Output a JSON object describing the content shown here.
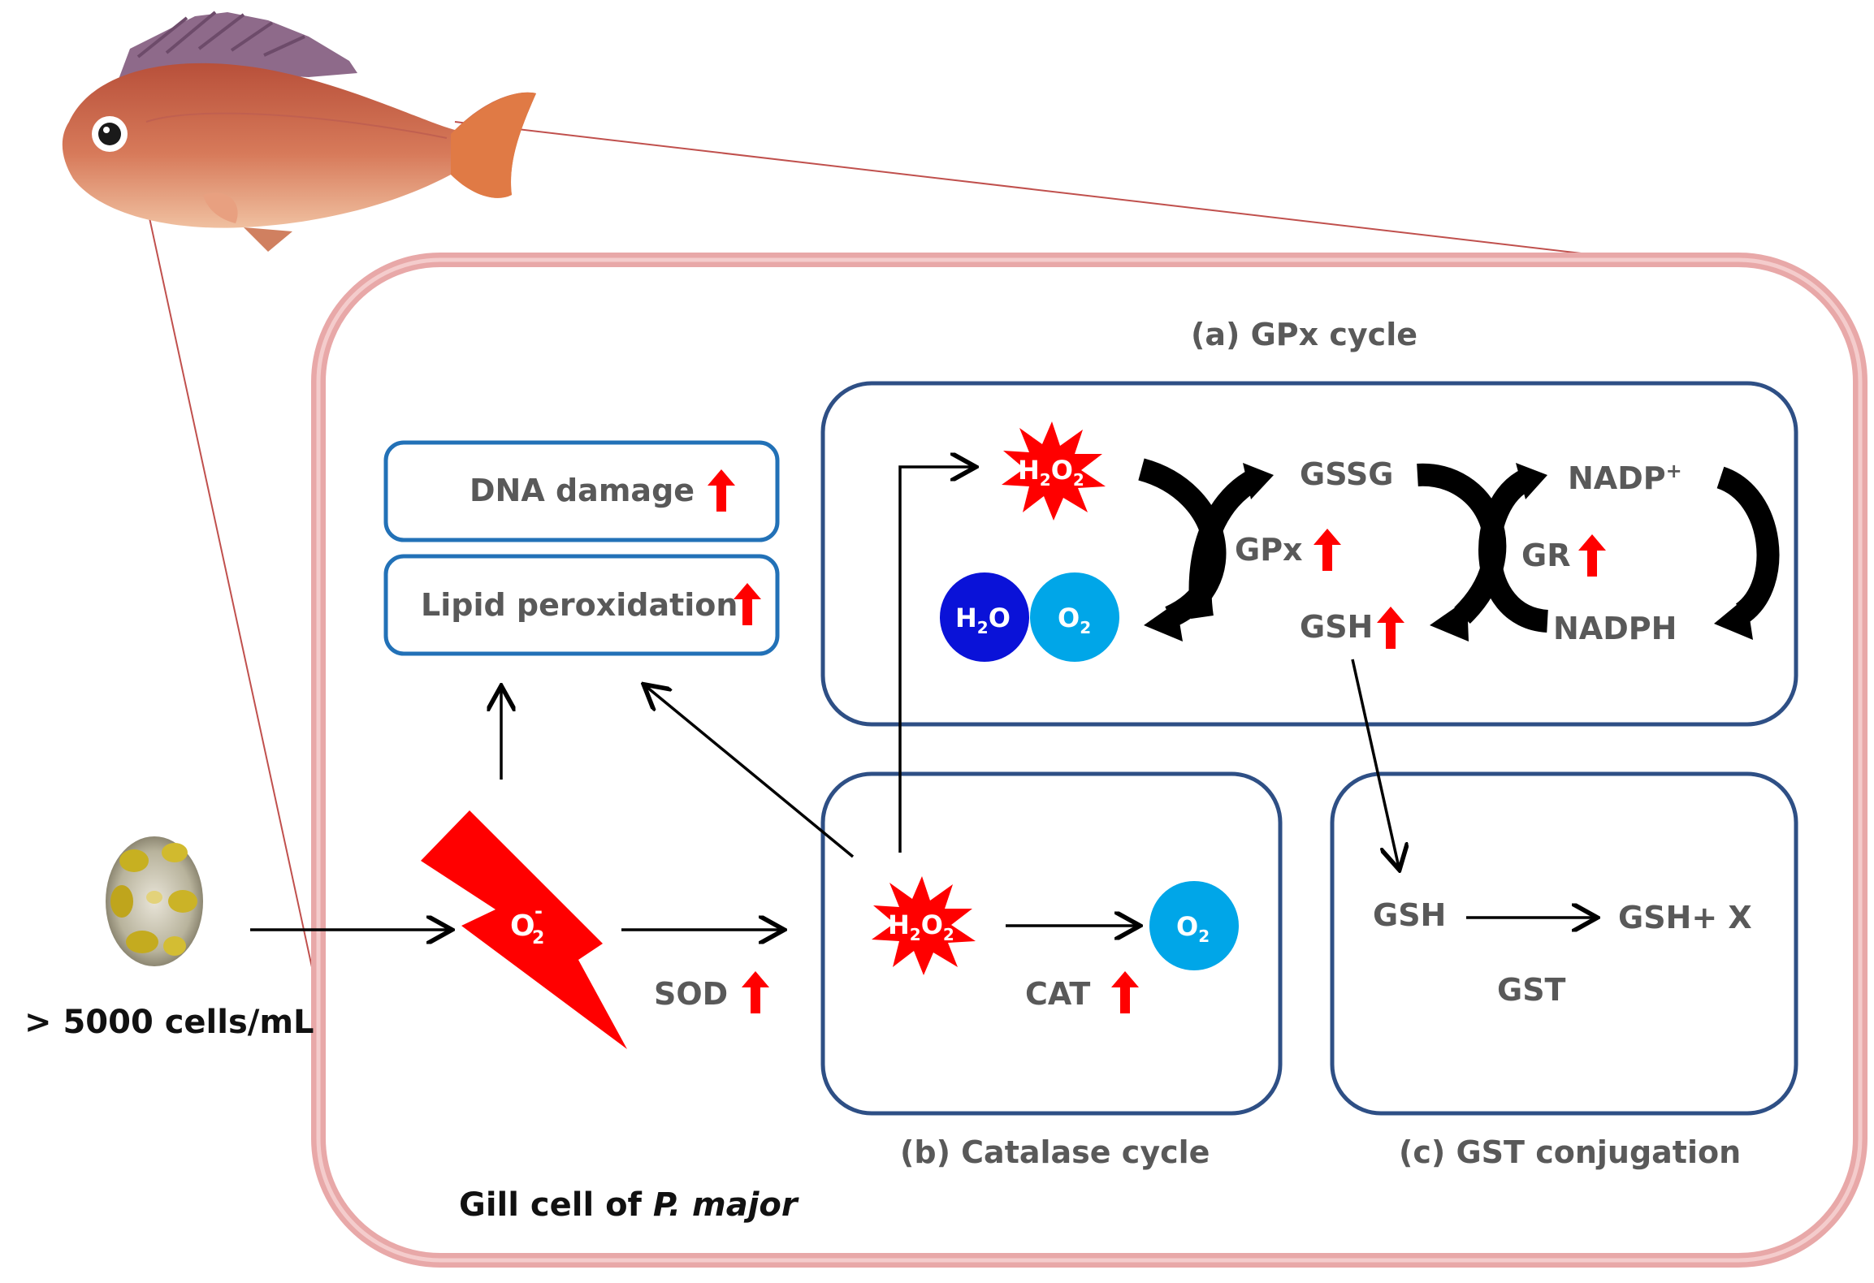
{
  "stimulus": {
    "concentration_label": "> 5000 cells/mL"
  },
  "cell": {
    "label_prefix": "Gill cell of ",
    "label_species": "P. major"
  },
  "damage": {
    "dna_damage": "DNA damage",
    "lipid_peroxidation": "Lipid peroxidation"
  },
  "ros": {
    "superoxide_base": "O",
    "superoxide_sub": "2",
    "superoxide_sup": "-",
    "sod_label": "SOD"
  },
  "molecules": {
    "h2o2_h": "H",
    "h2o2_o": "O",
    "sub_2": "2",
    "h2o_h": "H",
    "h2o_o": "O",
    "o2_o": "O"
  },
  "gpx_cycle": {
    "title": "(a) GPx cycle",
    "gssg": "GSSG",
    "gpx": "GPx",
    "gsh": "GSH",
    "gr": "GR",
    "nadp": "NADP",
    "nadp_sup": "+",
    "nadph": "NADPH"
  },
  "catalase_cycle": {
    "title": "(b) Catalase cycle",
    "cat": "CAT"
  },
  "gst_conjugation": {
    "title": "(c) GST conjugation",
    "gsh": "GSH",
    "product": "GSH+ X",
    "gst": "GST"
  },
  "colors": {
    "cell_border": "#e8a8a8",
    "box_border": "#2e4f85",
    "damage_box_border": "#2271b7",
    "ros_red": "#ff0000",
    "water_blue": "#0a12d8",
    "oxygen_cyan": "#00a6e8",
    "label_grey": "#595959"
  },
  "icons": {
    "up_arrow": "red-up-arrow-icon",
    "fish": "red-seabream-fish-icon",
    "algae": "dinoflagellate-cell-icon",
    "superoxide": "lightning-bolt-icon",
    "peroxide": "starburst-icon"
  }
}
